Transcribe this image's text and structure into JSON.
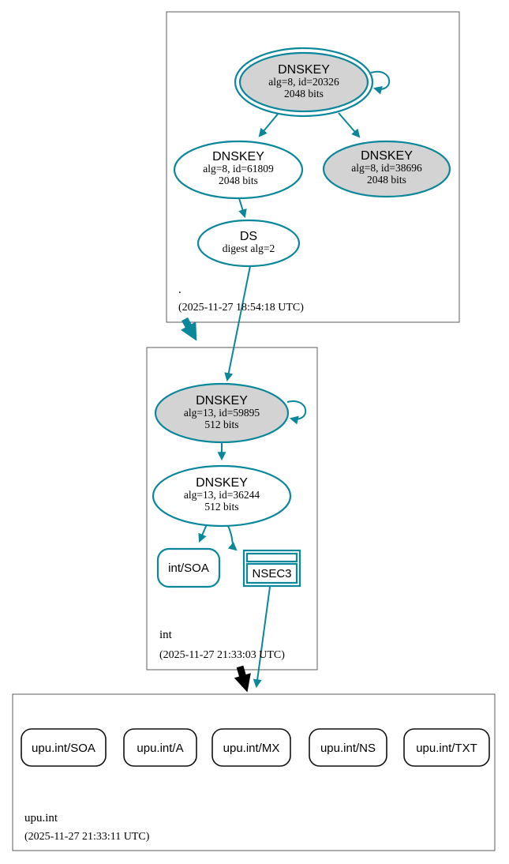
{
  "zones": {
    "root": {
      "label": ".",
      "timestamp": "(2025-11-27 18:54:18 UTC)"
    },
    "int": {
      "label": "int",
      "timestamp": "(2025-11-27 21:33:03 UTC)"
    },
    "upu": {
      "label": "upu.int",
      "timestamp": "(2025-11-27 21:33:11 UTC)"
    }
  },
  "nodes": {
    "root_ksk": {
      "title": "DNSKEY",
      "alg": "alg=8, id=20326",
      "bits": "2048 bits"
    },
    "root_zsk": {
      "title": "DNSKEY",
      "alg": "alg=8, id=61809",
      "bits": "2048 bits"
    },
    "root_key2": {
      "title": "DNSKEY",
      "alg": "alg=8, id=38696",
      "bits": "2048 bits"
    },
    "root_ds": {
      "title": "DS",
      "digest": "digest alg=2"
    },
    "int_ksk": {
      "title": "DNSKEY",
      "alg": "alg=13, id=59895",
      "bits": "512 bits"
    },
    "int_zsk": {
      "title": "DNSKEY",
      "alg": "alg=13, id=36244",
      "bits": "512 bits"
    },
    "int_soa": {
      "label": "int/SOA"
    },
    "int_nsec3": {
      "label": "NSEC3"
    },
    "upu_soa": {
      "label": "upu.int/SOA"
    },
    "upu_a": {
      "label": "upu.int/A"
    },
    "upu_mx": {
      "label": "upu.int/MX"
    },
    "upu_ns": {
      "label": "upu.int/NS"
    },
    "upu_txt": {
      "label": "upu.int/TXT"
    }
  },
  "colors": {
    "secure_teal": "#0a879a",
    "insecure_black": "#000000",
    "key_fill_gray": "#d3d3d3",
    "node_fill_white": "#ffffff",
    "zone_border_gray": "#5b5b5b"
  }
}
